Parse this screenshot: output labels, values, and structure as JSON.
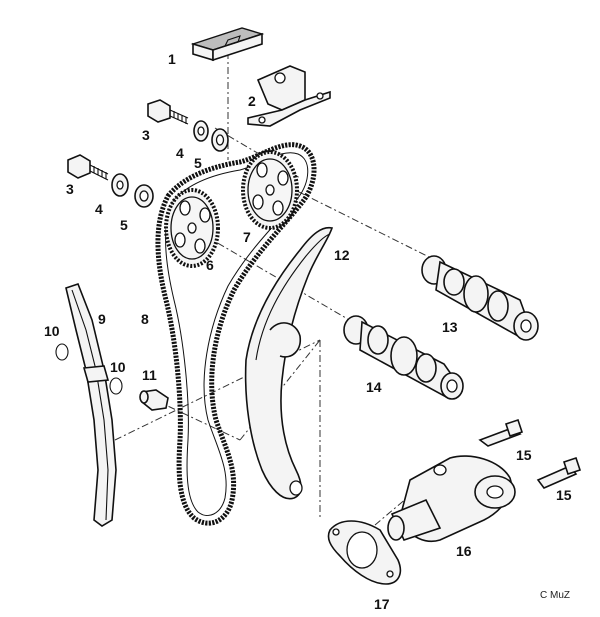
{
  "labels": {
    "l1": "1",
    "l2": "2",
    "l3a": "3",
    "l4a": "4",
    "l5a": "5",
    "l3b": "3",
    "l4b": "4",
    "l5b": "5",
    "l6": "6",
    "l7": "7",
    "l8": "8",
    "l9": "9",
    "l10a": "10",
    "l10b": "10",
    "l11": "11",
    "l12": "12",
    "l13": "13",
    "l14": "14",
    "l15a": "15",
    "l15b": "15",
    "l16": "16",
    "l17": "17"
  },
  "copyright": "C MuZ"
}
